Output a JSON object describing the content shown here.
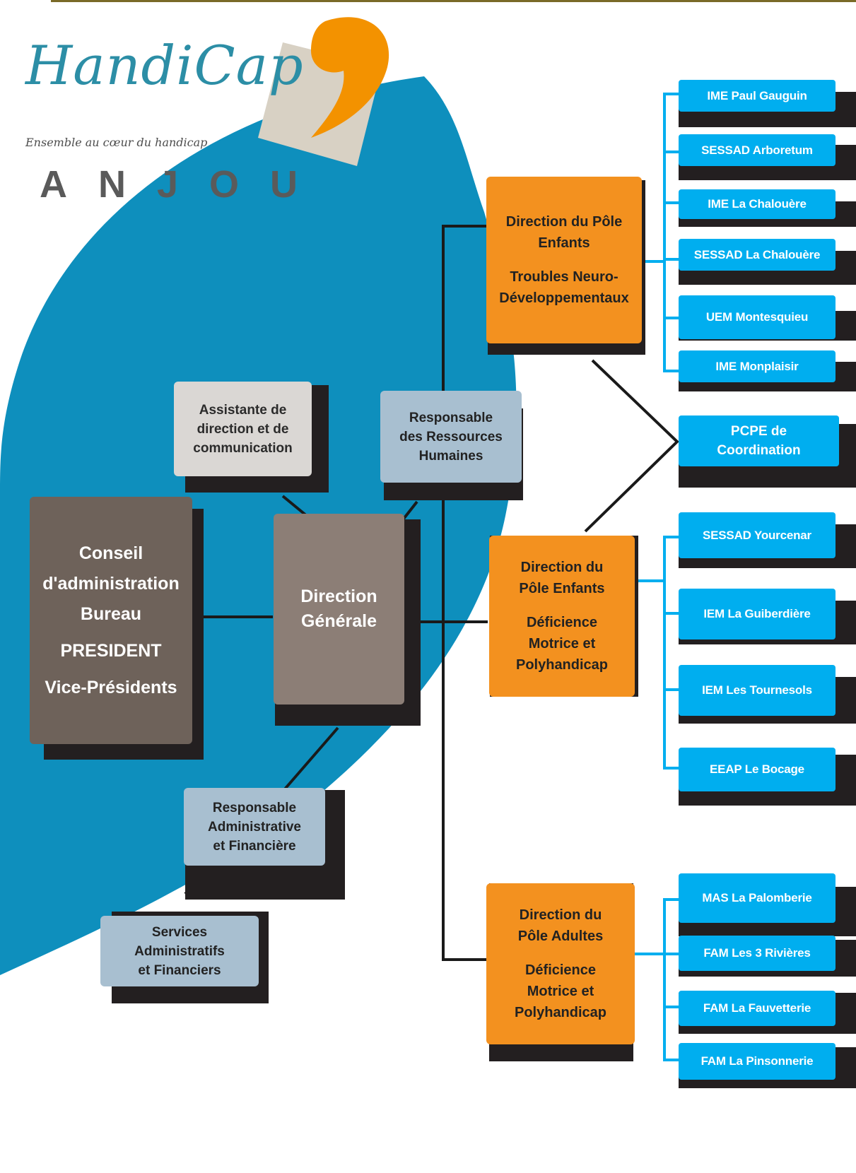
{
  "colors": {
    "blue_shape": "#0e8fbd",
    "brown": "#6e625a",
    "taupe": "#8c7e76",
    "orange": "#f3911f",
    "cyan": "#00aeef",
    "light_blue": "#a8bfd0",
    "light_grey": "#dad7d4",
    "shadow": "#231f20",
    "logo_orange": "#f39200",
    "logo_beige": "#d8d1c4",
    "logo_teal": "#2c8ea6"
  },
  "logo": {
    "name": "HandiCap",
    "tagline": "Ensemble au cœur du handicap",
    "region": "ANJOU"
  },
  "board": {
    "lines": [
      "Conseil",
      "d'administration",
      "Bureau",
      "PRESIDENT",
      "Vice-Présidents"
    ]
  },
  "direction": {
    "lines": [
      "Direction",
      "Générale"
    ]
  },
  "assistant": {
    "lines": [
      "Assistante de",
      "direction et de",
      "communication"
    ]
  },
  "hr": {
    "lines": [
      "Responsable",
      "des Ressources",
      "Humaines"
    ]
  },
  "finance": {
    "lines": [
      "Responsable",
      "Administrative",
      "et Financière"
    ]
  },
  "services": {
    "lines": [
      "Services",
      "Administratifs",
      "et Financiers"
    ]
  },
  "pole1": {
    "lines": [
      "Direction du Pôle",
      "Enfants",
      "Troubles Neuro-",
      "Développementaux"
    ],
    "units": [
      "IME Paul Gauguin",
      "SESSAD Arboretum",
      "IME La Chalouère",
      "SESSAD La Chalouère",
      "UEM Montesquieu",
      "IME Monplaisir"
    ]
  },
  "pcpe": {
    "lines": [
      "PCPE de",
      "Coordination"
    ]
  },
  "pole2": {
    "lines": [
      "Direction du",
      "Pôle Enfants",
      "Déficience",
      "Motrice et",
      "Polyhandicap"
    ],
    "units": [
      "SESSAD Yourcenar",
      "IEM La Guiberdière",
      "IEM Les Tournesols",
      "EEAP Le Bocage"
    ]
  },
  "pole3": {
    "lines": [
      "Direction du",
      "Pôle Adultes",
      "Déficience",
      "Motrice et",
      "Polyhandicap"
    ],
    "units": [
      "MAS La Palomberie",
      "FAM Les 3 Rivières",
      "FAM La Fauvetterie",
      "FAM La Pinsonnerie"
    ]
  }
}
